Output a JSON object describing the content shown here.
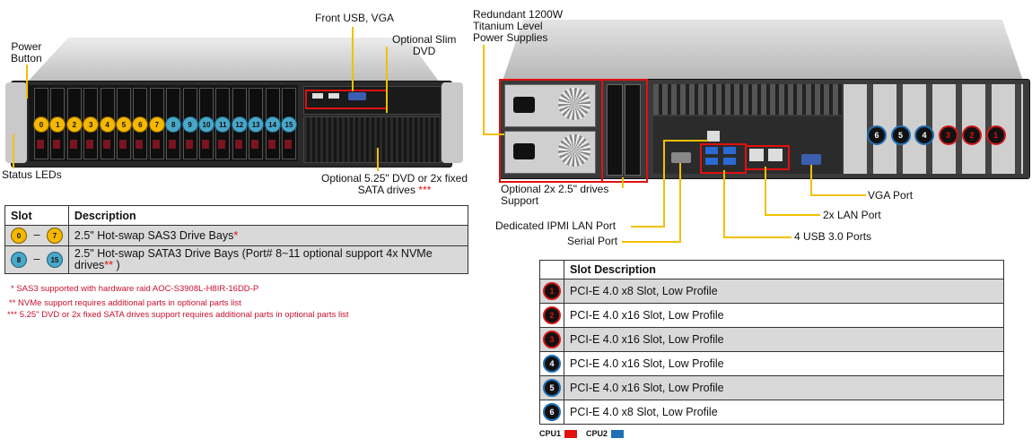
{
  "front": {
    "callouts": {
      "power_button": "Power\nButton",
      "front_usb_vga": "Front USB, VGA",
      "optional_slim_dvd": "Optional Slim\nDVD",
      "status_leds": "Status LEDs",
      "optional_dvd_line1": "Optional 5.25\" DVD or 2x fixed",
      "optional_dvd_line2": "SATA drives",
      "optional_dvd_mark": "***"
    },
    "bays_yellow": [
      "0",
      "1",
      "2",
      "3",
      "4",
      "5",
      "6",
      "7"
    ],
    "bays_blue": [
      "8",
      "9",
      "10",
      "11",
      "12",
      "13",
      "14",
      "15"
    ]
  },
  "slot_table": {
    "headers": [
      "Slot",
      "Description"
    ],
    "rows": [
      {
        "from": "0",
        "to": "7",
        "dash": "–",
        "desc": "2.5\" Hot-swap SAS3 Drive Bays",
        "mark": "*"
      },
      {
        "from": "8",
        "to": "15",
        "dash": "–",
        "desc": "2.5\" Hot-swap SATA3 Drive Bays (Port# 8~11 optional support 4x NVMe drives",
        "mark": "**",
        "tail": " )"
      }
    ]
  },
  "notes": [
    " * SAS3 supported with hardware  raid  AOC-S3908L-H8IR-16DD-P",
    "** NVMe support  requires  additional parts in optional parts list",
    "*** 5.25\" DVD or 2x fixed SATA drives  support requires  additional parts in optional parts list"
  ],
  "rear": {
    "callouts": {
      "psu": "Redundant  1200W\nTitanium  Level\nPower Supplies",
      "optional_drives": "Optional 2x 2.5\" drives\nSupport",
      "ipmi": "Dedicated IPMI  LAN Port",
      "serial": "Serial Port",
      "usb": "4 USB 3.0 Ports",
      "lan": "2x LAN Port",
      "vga": "VGA Port"
    },
    "pci_badges": [
      {
        "num": "6",
        "cpu": "blue"
      },
      {
        "num": "5",
        "cpu": "blue"
      },
      {
        "num": "4",
        "cpu": "blue"
      },
      {
        "num": "3",
        "cpu": "red"
      },
      {
        "num": "2",
        "cpu": "red"
      },
      {
        "num": "1",
        "cpu": "red"
      }
    ]
  },
  "pci_table": {
    "header": "Slot Description",
    "rows": [
      {
        "num": "1",
        "cpu": "red",
        "desc": "PCI-E 4.0 x8 Slot, Low Profile"
      },
      {
        "num": "2",
        "cpu": "red",
        "desc": "PCI-E 4.0 x16 Slot, Low Profile"
      },
      {
        "num": "3",
        "cpu": "red",
        "desc": "PCI-E 4.0 x16 Slot, Low Profile"
      },
      {
        "num": "4",
        "cpu": "blue",
        "desc": "PCI-E 4.0 x16 Slot, Low Profile"
      },
      {
        "num": "5",
        "cpu": "blue",
        "desc": "PCI-E 4.0 x16 Slot, Low Profile"
      },
      {
        "num": "6",
        "cpu": "blue",
        "desc": "PCI-E 4.0 x8 Slot, Low Profile"
      }
    ]
  },
  "legend": [
    {
      "label": "CPU1",
      "color": "#e01010"
    },
    {
      "label": "CPU2",
      "color": "#1f6fb5"
    }
  ],
  "colors": {
    "callout_line": "#f2c000",
    "cpu1": "#e01010",
    "cpu2": "#1f6fb5",
    "drive_yellow": "#f5b800",
    "drive_blue": "#4aa7c8"
  }
}
